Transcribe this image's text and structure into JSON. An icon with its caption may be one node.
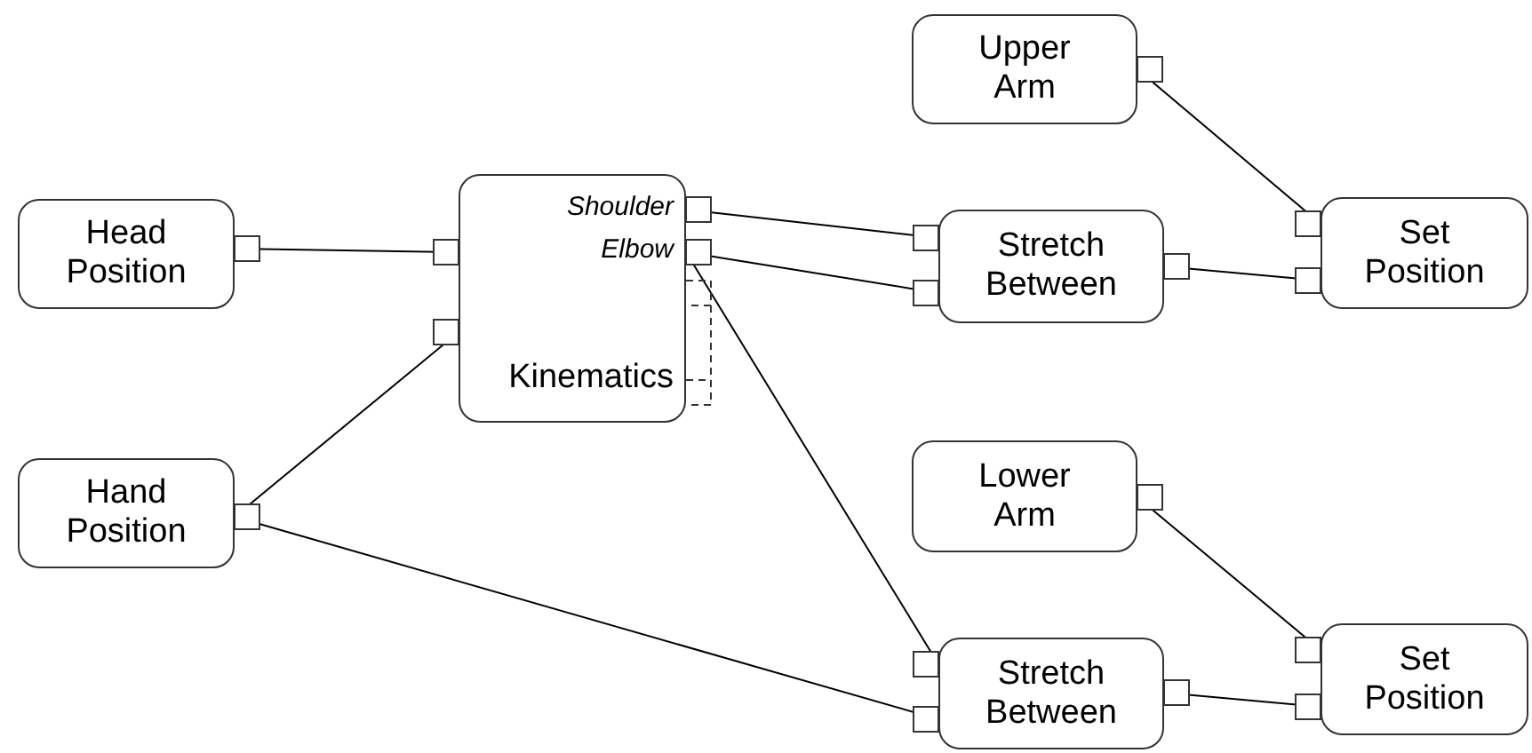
{
  "diagram": {
    "nodes": [
      {
        "text": [
          "Head Position"
        ]
      },
      {
        "text": [
          "Hand Position"
        ]
      },
      {
        "text": [
          "Shoulder",
          "Elbow",
          "Kinematics"
        ]
      },
      {
        "text": [
          "Upper Arm"
        ]
      },
      {
        "text": [
          "Stretch Between"
        ]
      },
      {
        "text": [
          "Set Position"
        ]
      },
      {
        "text": [
          "Lower Arm"
        ]
      },
      {
        "text": [
          "Stretch Between"
        ]
      },
      {
        "text": [
          "Set Position"
        ]
      }
    ],
    "edges": [
      {
        "from": 0,
        "to": 2,
        "arrow": "other"
      },
      {
        "from": 1,
        "to": 2,
        "arrow": "other"
      },
      {
        "from": 1,
        "to": 7,
        "arrow": "other"
      },
      {
        "from": 2,
        "to": 4,
        "arrow": "other"
      },
      {
        "from": 2,
        "to": 4,
        "arrow": "other"
      },
      {
        "from": 2,
        "to": 7,
        "arrow": "other"
      },
      {
        "from": 3,
        "to": 5,
        "arrow": "other"
      },
      {
        "from": 4,
        "to": 5,
        "arrow": "other"
      },
      {
        "from": 6,
        "to": 8,
        "arrow": "other"
      },
      {
        "from": 7,
        "to": 8,
        "arrow": "other"
      }
    ]
  }
}
